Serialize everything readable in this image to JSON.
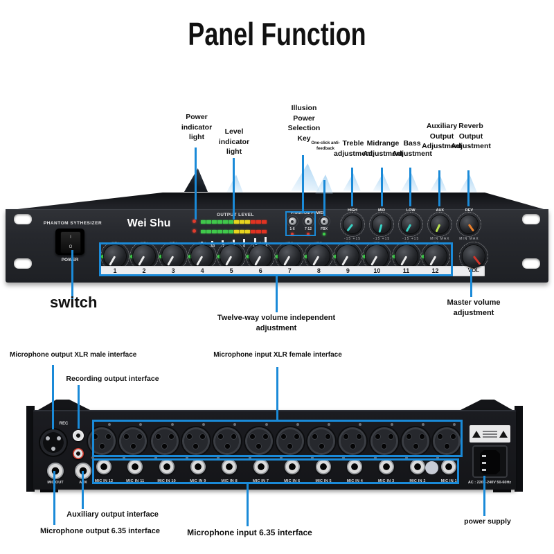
{
  "title": "Panel Function",
  "colors": {
    "accent": "#1a8ad8",
    "led_green": "#3ed14a",
    "led_red": "#e03c2d"
  },
  "front": {
    "callouts": {
      "power_indicator": "Power indicator light",
      "level_indicator": "Level indicator light",
      "illusion_power": "Illusion Power Selection Key",
      "anti_feedback": "One-click anti-feedback",
      "treble": "Treble adjustment",
      "midrange": "Midrange Adjustment",
      "bass": "Bass Adjustment",
      "aux_output": "Auxiliary Output Adjustment",
      "reverb_output": "Reverb Output Adjustment",
      "switch": "switch",
      "twelve_way": "Twelve-way volume independent adjustment",
      "master_volume": "Master volume adjustment"
    },
    "panel": {
      "model": "PHANTOM SYTHESIZER",
      "power": "POWER",
      "switch_on": "I",
      "switch_off": "O",
      "brand": "Wei Shu",
      "meter_title": "OUTPUT LEVEL",
      "meter_scale": [
        "-20",
        "-10",
        "-7",
        "-3",
        "0",
        "+3",
        "+6"
      ],
      "meter_segments": [
        "g",
        "g",
        "g",
        "g",
        "g",
        "g",
        "y",
        "y",
        "y",
        "r",
        "r",
        "r"
      ],
      "phantom_title": "PHANTOM POWER",
      "phantom_buttons": [
        {
          "label": "1-6",
          "led": "#e03c2d"
        },
        {
          "label": "7-12",
          "led": "#e03c2d"
        },
        {
          "label": "FBX",
          "led": "#3ed14a"
        }
      ],
      "eq_knobs": [
        {
          "label": "HIGH",
          "range": "-15  +15",
          "pointer": "#38d3c6",
          "rot": 38
        },
        {
          "label": "MID",
          "range": "-15  +15",
          "pointer": "#38d3c6",
          "rot": 15
        },
        {
          "label": "LOW",
          "range": "-15  +15",
          "pointer": "#38d3c6",
          "rot": 30
        },
        {
          "label": "AUX",
          "range": "MIN  MAX",
          "pointer": "#b9e24e",
          "rot": 25
        },
        {
          "label": "REV",
          "range": "MIN  MAX",
          "pointer": "#ea7f2b",
          "rot": -35
        }
      ],
      "channels": [
        "1",
        "2",
        "3",
        "4",
        "5",
        "6",
        "7",
        "8",
        "9",
        "10",
        "11",
        "12"
      ],
      "vol": "VOL"
    }
  },
  "rear": {
    "callouts": {
      "mic_out_xlr": "Microphone output XLR male interface",
      "recording": "Recording output interface",
      "mic_in_xlr": "Microphone input XLR female interface",
      "aux_output": "Auxiliary output interface",
      "mic_out_635": "Microphone output 6.35 interface",
      "mic_in_635": "Microphone input 6.35 interface",
      "power_supply": "power supply"
    },
    "panel": {
      "rec": "REC",
      "mic_out": "MIC OUT",
      "aux": "AUX",
      "mic_in_labels": [
        "MIC IN 12",
        "MIC IN 11",
        "MIC IN 10",
        "MIC IN 9",
        "MIC IN 8",
        "MIC IN 7",
        "MIC IN 6",
        "MIC IN 5",
        "MIC IN 4",
        "MIC IN 3",
        "MIC IN 2",
        "MIC IN 1"
      ],
      "ac": "AC : 220V-240V 50-60Hz"
    }
  }
}
